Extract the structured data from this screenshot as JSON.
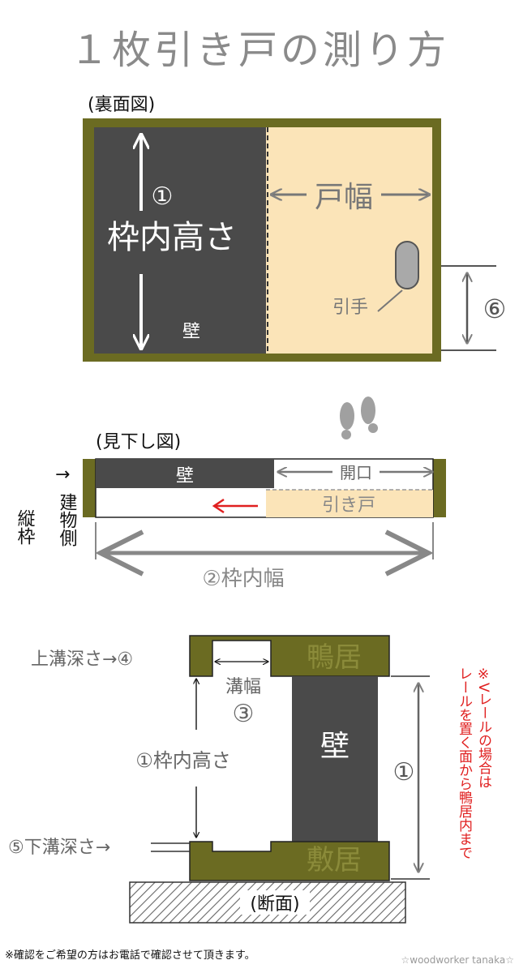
{
  "title": "１枚引き戸の測り方",
  "back_view": {
    "label": "(裏面図)",
    "height_number": "①",
    "height_label": "枠内高さ",
    "wall_label": "壁",
    "door_width_label": "戸幅",
    "handle_label": "引手",
    "handle_height_number": "⑥"
  },
  "top_view": {
    "label": "(見下し図)",
    "wall_label": "壁",
    "opening_label": "開口",
    "door_label": "引き戸",
    "frame_arrow": "→",
    "frame_label": "縦枠",
    "building_side_label": "建物側",
    "frame_width_label": "②枠内幅"
  },
  "section_view": {
    "upper_depth_label": "上溝深さ→④",
    "groove_width_label": "溝幅",
    "groove_width_number": "③",
    "lintel_label": "鴨居",
    "wall_label": "壁",
    "height_label": "①枠内高さ",
    "right_height_number": "①",
    "lower_depth_label": "⑤下溝深さ→",
    "sill_label": "敷居",
    "section_label": "(断面)",
    "note_line1": "※Vレールの場合は",
    "note_line2": "レールを置く面から鴨居内まで"
  },
  "footer": {
    "note": "※確認をご希望の方はお電話で確認させて頂きます。",
    "credit": "☆woodworker tanaka☆"
  },
  "colors": {
    "frame": "#6b6b22",
    "wall": "#4a4a4a",
    "door": "#fbe4b8",
    "arrow_gray": "#808080",
    "note_red": "#e02020"
  }
}
